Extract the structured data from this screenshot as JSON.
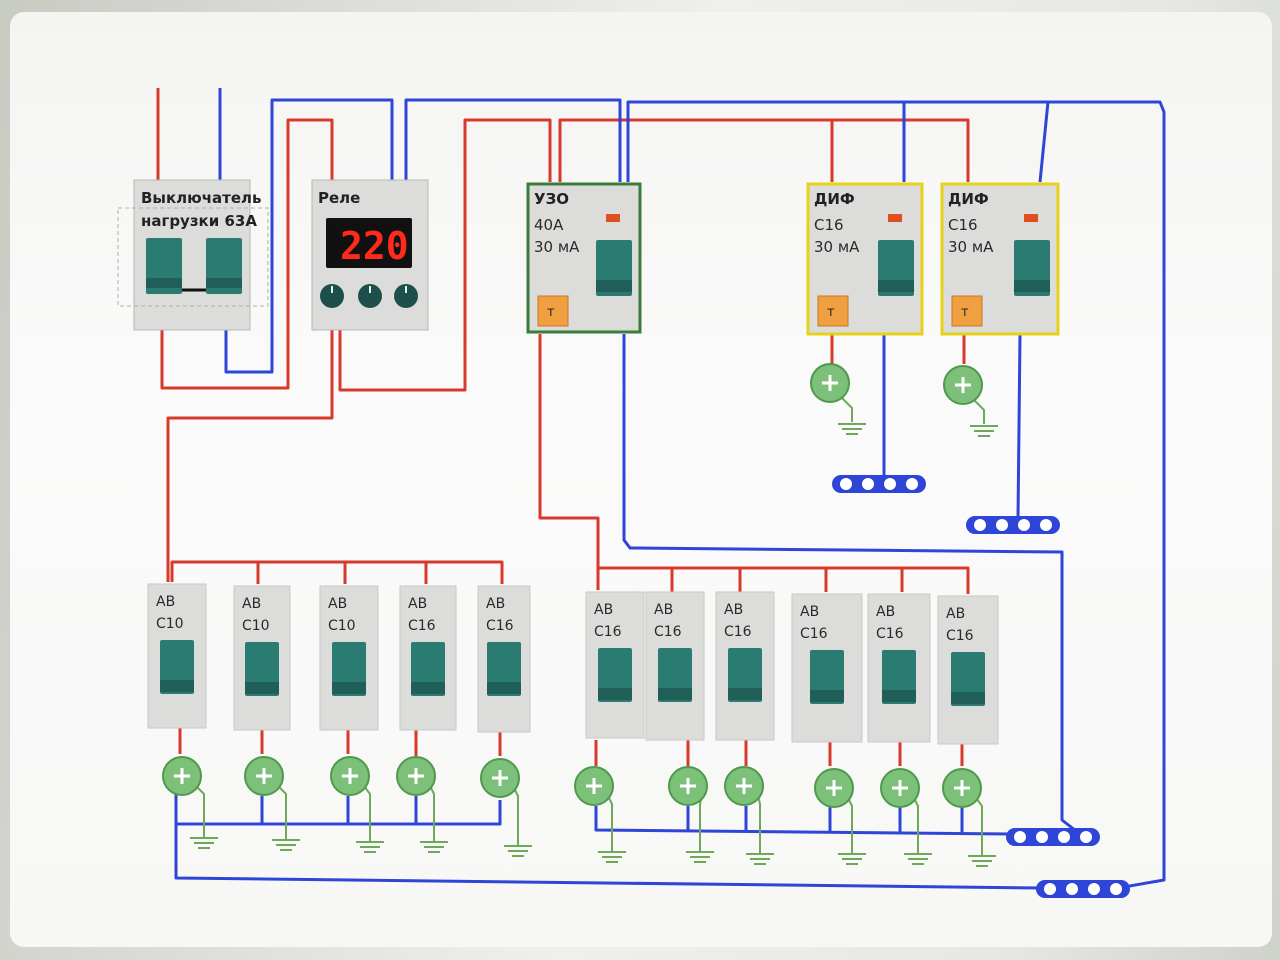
{
  "main_switch": {
    "line1": "Выключатель",
    "line2": "нагрузки 63А"
  },
  "relay": {
    "title": "Реле",
    "display": "220"
  },
  "rcd": {
    "title": "УЗО",
    "rating": "40А",
    "sensitivity": "30 мА",
    "test_label": "т"
  },
  "difs": [
    {
      "title": "ДИФ",
      "rating": "С16",
      "sensitivity": "30 мА",
      "test_label": "т"
    },
    {
      "title": "ДИФ",
      "rating": "С16",
      "sensitivity": "30 мА",
      "test_label": "т"
    }
  ],
  "breakers": [
    {
      "title": "АВ",
      "rating": "С10"
    },
    {
      "title": "АВ",
      "rating": "С10"
    },
    {
      "title": "АВ",
      "rating": "С10"
    },
    {
      "title": "АВ",
      "rating": "С16"
    },
    {
      "title": "АВ",
      "rating": "С16"
    },
    {
      "title": "АВ",
      "rating": "С16"
    },
    {
      "title": "АВ",
      "rating": "С16"
    },
    {
      "title": "АВ",
      "rating": "С16"
    },
    {
      "title": "АВ",
      "rating": "С16"
    },
    {
      "title": "АВ",
      "rating": "С16"
    },
    {
      "title": "АВ",
      "rating": "С16"
    }
  ],
  "colors": {
    "phase": "#d63a2c",
    "neutral": "#2f45d8",
    "ground": "#6fa85a",
    "socket": "#7cc07a",
    "rcd_border": "#3a7d3a",
    "dif_border": "#e6d21a",
    "lever": "#2a7c72",
    "module": "#dcdcda"
  }
}
